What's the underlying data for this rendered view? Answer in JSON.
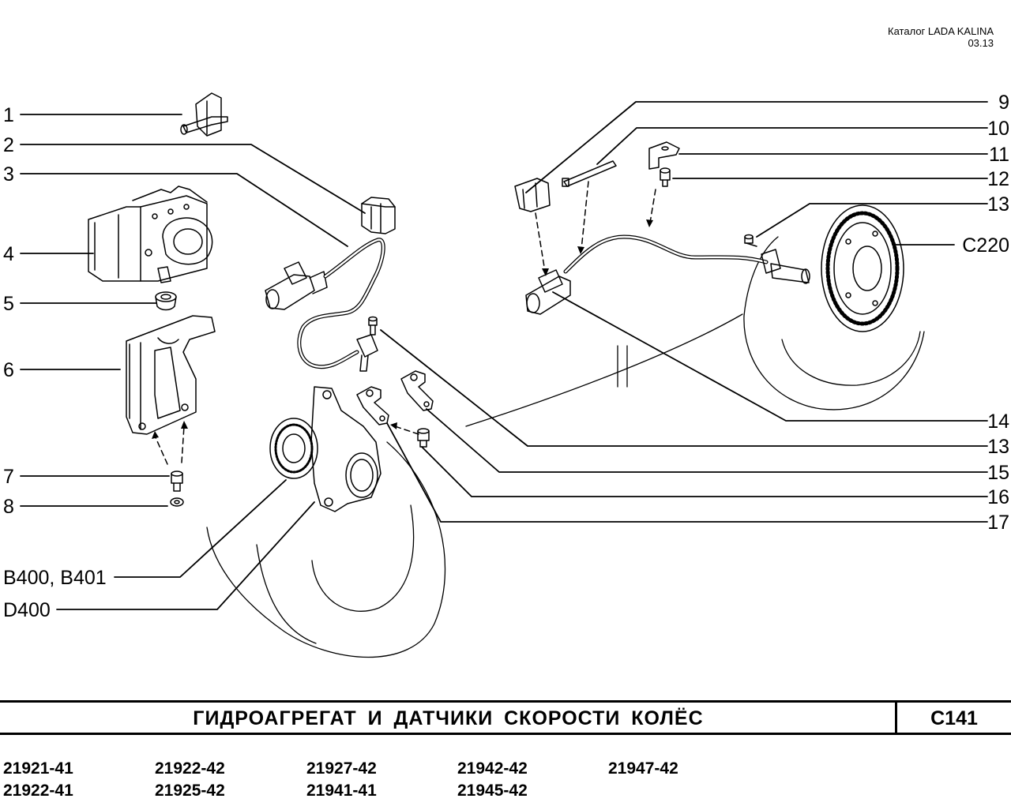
{
  "header": {
    "catalog": "Каталог LADA KALINA",
    "date": "03.13"
  },
  "labels_left": [
    "1",
    "2",
    "3",
    "4",
    "5",
    "6",
    "7",
    "8",
    "B400, B401",
    "D400"
  ],
  "labels_right": [
    "9",
    "10",
    "11",
    "12",
    "13",
    "C220",
    "14",
    "13",
    "15",
    "16",
    "17"
  ],
  "title": "ГИДРОАГРЕГАТ И ДАТЧИКИ СКОРОСТИ КОЛЁС",
  "code": "C141",
  "models": [
    [
      "21921-41",
      "21922-41"
    ],
    [
      "21922-42",
      "21925-42"
    ],
    [
      "21927-42",
      "21941-41"
    ],
    [
      "21942-42",
      "21945-42"
    ],
    [
      "21947-42"
    ]
  ]
}
